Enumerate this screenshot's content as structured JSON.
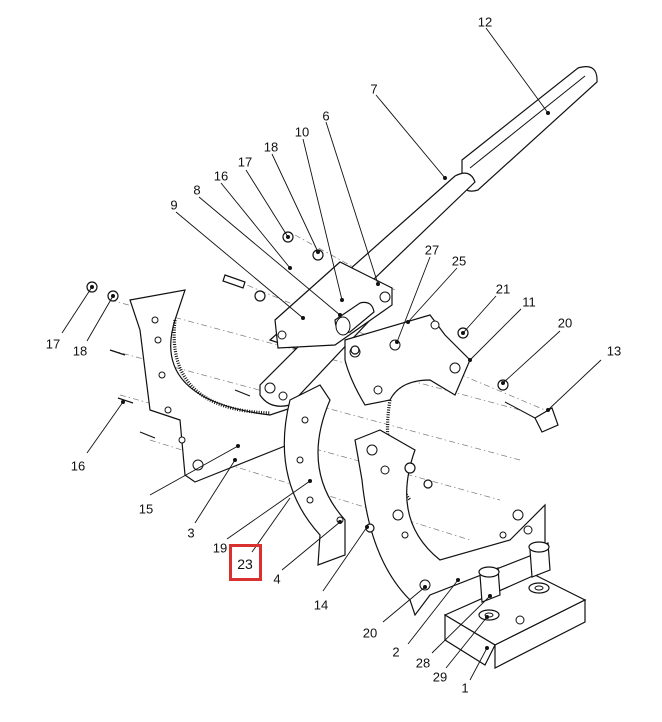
{
  "diagram": {
    "type": "exploded-parts-diagram",
    "line_color": "#111111",
    "background": "#ffffff",
    "highlight_color": "#d93030",
    "callouts": [
      {
        "id": "c1",
        "label": "1"
      },
      {
        "id": "c2",
        "label": "2"
      },
      {
        "id": "c3",
        "label": "3"
      },
      {
        "id": "c4",
        "label": "4"
      },
      {
        "id": "c6",
        "label": "6"
      },
      {
        "id": "c7",
        "label": "7"
      },
      {
        "id": "c8",
        "label": "8"
      },
      {
        "id": "c9",
        "label": "9"
      },
      {
        "id": "c10",
        "label": "10"
      },
      {
        "id": "c11",
        "label": "11"
      },
      {
        "id": "c12",
        "label": "12"
      },
      {
        "id": "c13",
        "label": "13"
      },
      {
        "id": "c14",
        "label": "14"
      },
      {
        "id": "c15",
        "label": "15"
      },
      {
        "id": "c16a",
        "label": "16"
      },
      {
        "id": "c16b",
        "label": "16"
      },
      {
        "id": "c17a",
        "label": "17"
      },
      {
        "id": "c17b",
        "label": "17"
      },
      {
        "id": "c18a",
        "label": "18"
      },
      {
        "id": "c18b",
        "label": "18"
      },
      {
        "id": "c19",
        "label": "19"
      },
      {
        "id": "c20a",
        "label": "20"
      },
      {
        "id": "c20b",
        "label": "20"
      },
      {
        "id": "c21",
        "label": "21"
      },
      {
        "id": "c23",
        "label": "23",
        "highlighted": true
      },
      {
        "id": "c25",
        "label": "25"
      },
      {
        "id": "c27",
        "label": "27"
      },
      {
        "id": "c28",
        "label": "28"
      },
      {
        "id": "c29",
        "label": "29"
      }
    ]
  }
}
